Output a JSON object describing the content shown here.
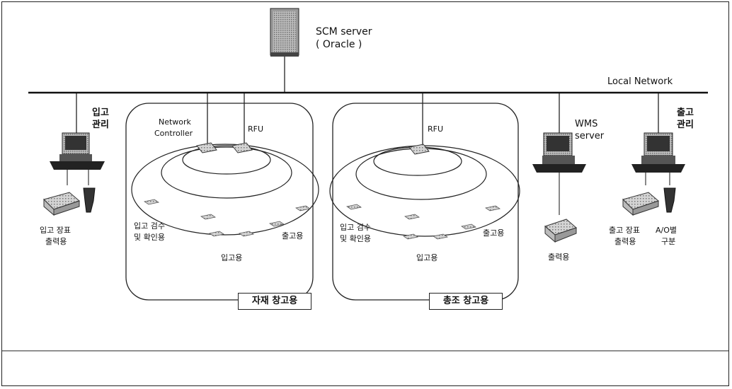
{
  "server": {
    "name": "SCM server",
    "sub": "( Oracle )"
  },
  "network": {
    "label": "Local Network"
  },
  "inbound_mgmt": {
    "line1": "입고",
    "line2": "관리"
  },
  "outbound_mgmt": {
    "line1": "출고",
    "line2": "관리"
  },
  "inbound_printer": {
    "line1": "입고 장표",
    "line2": "출력용"
  },
  "outbound_printer": {
    "line1": "출고 장표",
    "line2": "출력용"
  },
  "ao_sort": {
    "line1": "A/O별",
    "line2": "구분"
  },
  "wms": {
    "line1": "WMS",
    "line2": "server"
  },
  "wms_printer": {
    "label": "출력용"
  },
  "warehouse1": {
    "name": "자재 창고용",
    "controller_line1": "Network",
    "controller_line2": "Controller",
    "rfu": "RFU",
    "inspect_line1": "입고 검수",
    "inspect_line2": "및 확인용",
    "outbound": "출고용",
    "inbound": "입고용"
  },
  "warehouse2": {
    "name": "총조 창고용",
    "rfu": "RFU",
    "inspect_line1": "입고 검수",
    "inspect_line2": "및 확인용",
    "outbound": "출고용",
    "inbound": "입고용"
  }
}
